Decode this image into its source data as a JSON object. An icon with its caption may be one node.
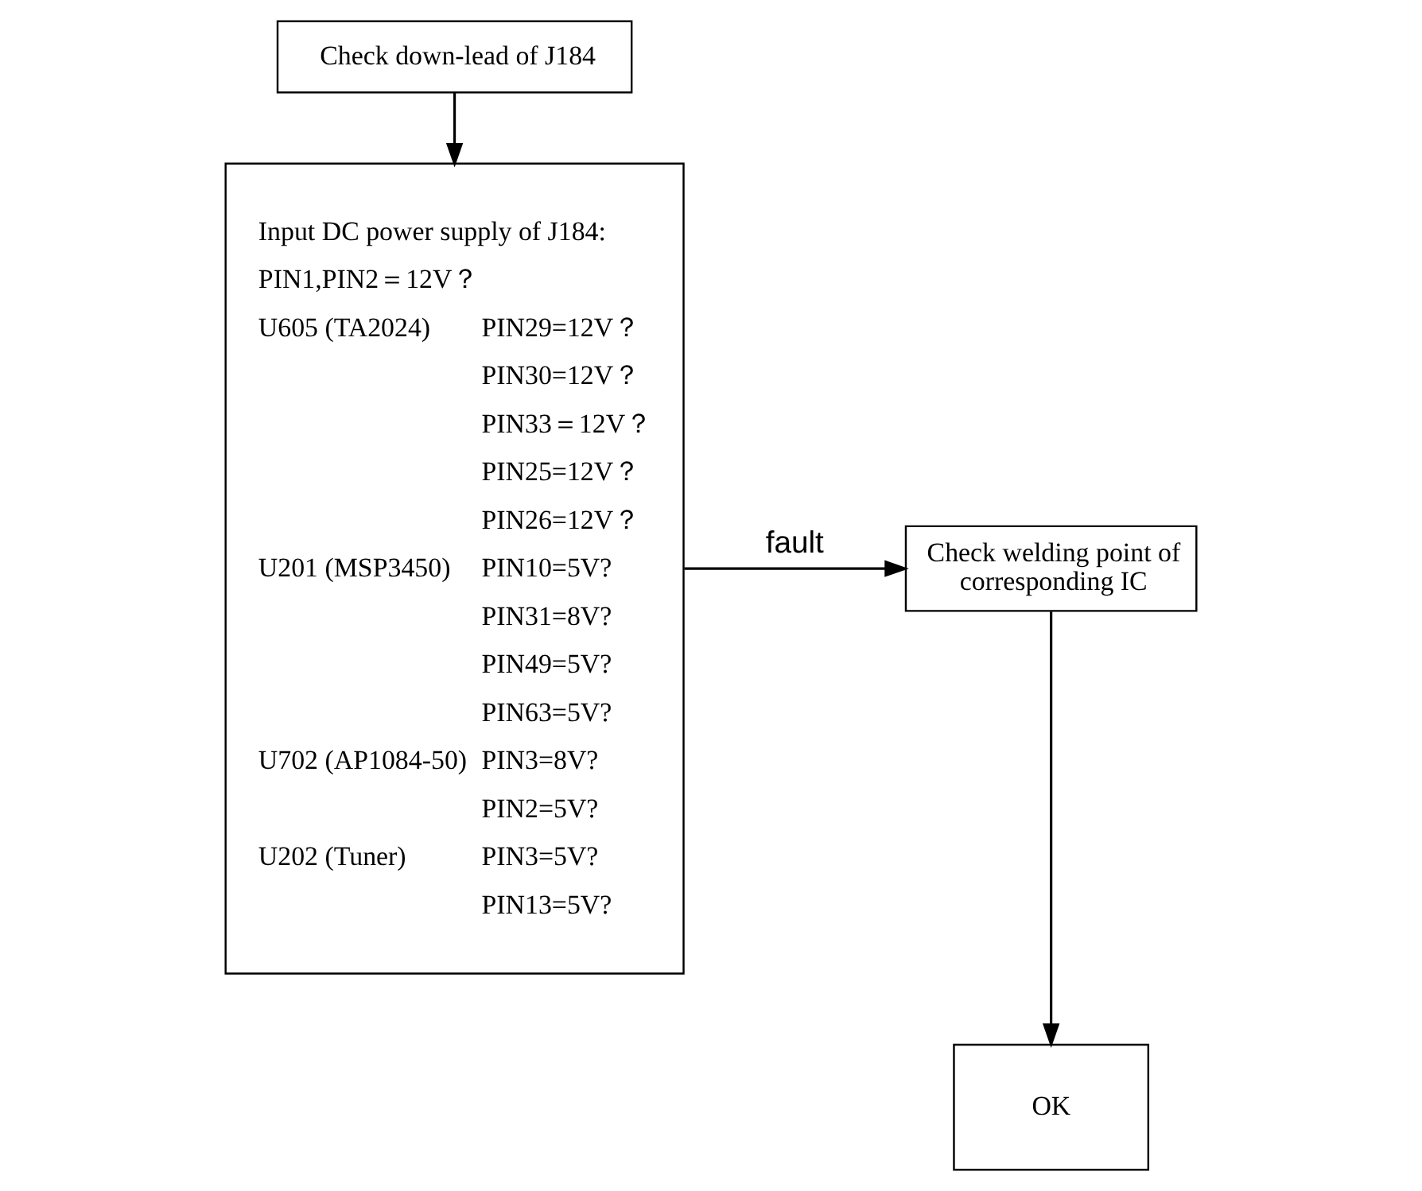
{
  "diagram": {
    "nodes": [
      {
        "text": [
          "Check down-lead of J184"
        ]
      },
      {
        "text": [
          "Input DC power supply of J184:",
          "PIN1,PIN2＝12V？",
          "U605 (TA2024)",
          "PIN29=12V？",
          "PIN30=12V？",
          "PIN33＝12V？",
          "PIN25=12V？",
          "PIN26=12V？",
          "U201 (MSP3450)",
          "PIN10=5V?",
          "PIN31=8V?",
          "PIN49=5V?",
          "PIN63=5V?",
          "U702 (AP1084-50)",
          "PIN3=8V?",
          "PIN2=5V?",
          "U202 (Tuner)",
          "PIN3=5V?",
          "PIN13=5V?"
        ]
      },
      {
        "text": [
          "Check welding point of corresponding IC"
        ]
      },
      {
        "text": [
          "OK"
        ]
      }
    ],
    "edges": [
      {
        "from": 0,
        "to": 1,
        "arrow": "to"
      },
      {
        "from": 1,
        "to": 2,
        "arrow": "to",
        "label": "fault"
      },
      {
        "from": 2,
        "to": 3,
        "arrow": "to"
      }
    ]
  }
}
